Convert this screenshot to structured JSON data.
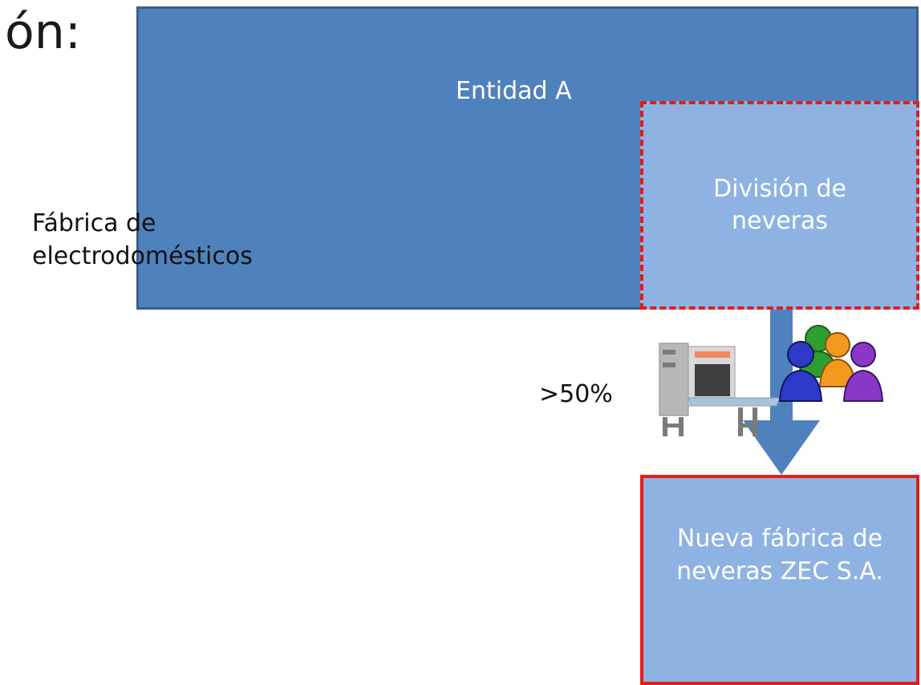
{
  "title_fragment": "ón:",
  "entity": {
    "label": "Entidad A"
  },
  "factory": {
    "line1": "Fábrica de",
    "line2": "electrodomésticos"
  },
  "division": {
    "label": "División de neveras"
  },
  "ownership": {
    "label": ">50%"
  },
  "new_company": {
    "label": "Nueva fábrica de neveras ZEC S.A."
  },
  "colors": {
    "entity_fill": "#4f81bd",
    "sub_fill": "#8eb3e2",
    "highlight_border": "#e11d1d",
    "arrow": "#4f81bd"
  },
  "icons": [
    "factory-machine-icon",
    "people-group-icon"
  ]
}
